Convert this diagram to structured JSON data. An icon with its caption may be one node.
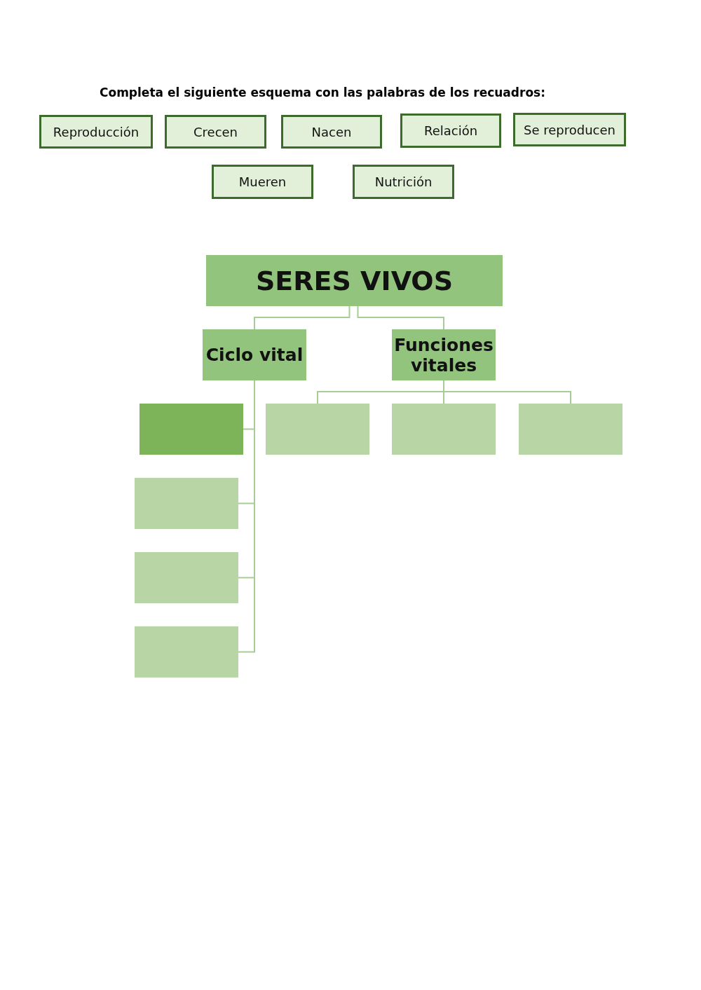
{
  "diagram": {
    "title": "Completa el siguiente esquema con las palabras de los recuadros:",
    "nodes": [
      {
        "text": [
          "Reproducción"
        ]
      },
      {
        "text": [
          "Crecen"
        ]
      },
      {
        "text": [
          "Nacen"
        ]
      },
      {
        "text": [
          "Relación"
        ]
      },
      {
        "text": [
          "Se reproducen"
        ]
      },
      {
        "text": [
          "Mueren"
        ]
      },
      {
        "text": [
          "Nutrición"
        ]
      },
      {
        "text": [
          "SERES VIVOS"
        ]
      },
      {
        "text": [
          "Ciclo vital"
        ]
      },
      {
        "text": [
          "Funciones vitales"
        ]
      },
      {
        "text": [],
        "shape": "box"
      },
      {
        "text": [],
        "shape": "box"
      },
      {
        "text": [],
        "shape": "box"
      },
      {
        "text": [],
        "shape": "box"
      },
      {
        "text": [],
        "shape": "box"
      },
      {
        "text": [],
        "shape": "box"
      },
      {
        "text": [],
        "shape": "box"
      }
    ],
    "edges": [
      {
        "from": 7,
        "to": 8,
        "arrow": "none"
      },
      {
        "from": 7,
        "to": 9,
        "arrow": "none"
      },
      {
        "from": 8,
        "to": 10,
        "arrow": "none"
      },
      {
        "from": 8,
        "to": 14,
        "arrow": "none"
      },
      {
        "from": 8,
        "to": 15,
        "arrow": "none"
      },
      {
        "from": 8,
        "to": 16,
        "arrow": "none"
      },
      {
        "from": 9,
        "to": 11,
        "arrow": "none"
      },
      {
        "from": 9,
        "to": 12,
        "arrow": "none"
      },
      {
        "from": 9,
        "to": 13,
        "arrow": "none"
      }
    ]
  }
}
